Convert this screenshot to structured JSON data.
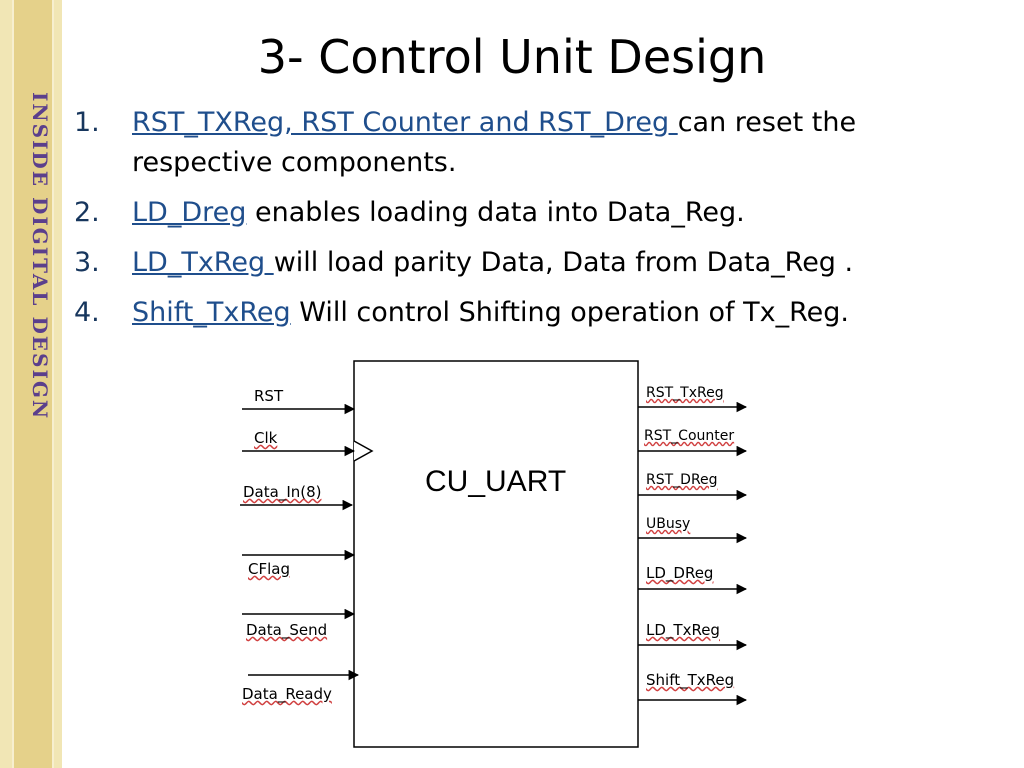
{
  "sidebar": {
    "brand_text": "INSIDE DIGITAL DESIGN"
  },
  "slide": {
    "title": "3- Control Unit Design"
  },
  "list": [
    {
      "num": "1.",
      "link": "RST_TXReg, RST Counter and RST_Dreg ",
      "text": "can reset the respective components."
    },
    {
      "num": "2.",
      "link": "LD_Dreg",
      "text": " enables loading data into Data_Reg."
    },
    {
      "num": "3.",
      "link": "LD_TxReg ",
      "text": "will load parity Data, Data from Data_Reg ."
    },
    {
      "num": "4.",
      "link": "Shift_TxReg",
      "text": " Will control Shifting operation of Tx_Reg."
    }
  ],
  "diagram": {
    "block_name": "CU_UART",
    "inputs": [
      "RST",
      "Clk",
      "Data_In(8)",
      "CFlag",
      "Data_Send",
      "Data_Ready"
    ],
    "outputs": [
      "RST_TxReg",
      "RST_Counter",
      "RST_DReg",
      "UBusy",
      "LD_DReg",
      "LD_TxReg",
      "Shift_TxReg"
    ]
  }
}
